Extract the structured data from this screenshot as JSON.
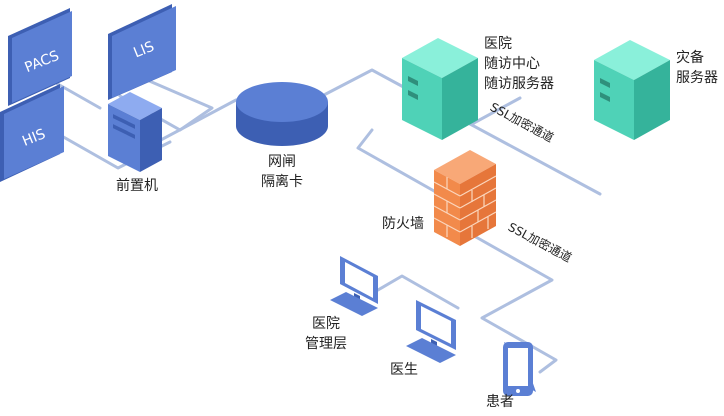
{
  "colors": {
    "network_line": "#aebfe0",
    "device_blue": "#5b7fd4",
    "device_blue_light": "#6f93e4",
    "device_blue_dark": "#3d5fb3",
    "server_teal": "#4fd2b7",
    "server_teal_light": "#6fe2ca",
    "server_teal_dark": "#35b39b",
    "firewall_orange": "#f28a4b",
    "firewall_mortar": "#fbd6bd"
  },
  "nodes": {
    "pacs": {
      "label": "PACS",
      "icon": "monitor-panel-icon"
    },
    "lis": {
      "label": "LIS",
      "icon": "monitor-panel-icon"
    },
    "his": {
      "label": "HIS",
      "icon": "monitor-panel-icon"
    },
    "front_machine": {
      "label": "前置机",
      "icon": "tower-server-icon"
    },
    "gateway": {
      "label_line1": "网闸",
      "label_line2": "隔离卡",
      "icon": "gateway-disk-icon"
    },
    "followup_server": {
      "label_line1": "医院",
      "label_line2": "随访中心",
      "label_line3": "随访服务器",
      "icon": "teal-server-icon"
    },
    "backup_server": {
      "label_line1": "灾备",
      "label_line2": "服务器",
      "icon": "teal-server-icon"
    },
    "firewall": {
      "label": "防火墙",
      "icon": "firewall-brick-icon"
    },
    "hospital_mgmt": {
      "label_line1": "医院",
      "label_line2": "管理层",
      "icon": "desktop-monitor-icon"
    },
    "doctor": {
      "label": "医生",
      "icon": "desktop-monitor-icon"
    },
    "patient": {
      "label": "患者",
      "icon": "mobile-phone-icon"
    }
  },
  "links": {
    "ssl_upper": "SSL加密通道",
    "ssl_lower": "SSL加密通道"
  }
}
